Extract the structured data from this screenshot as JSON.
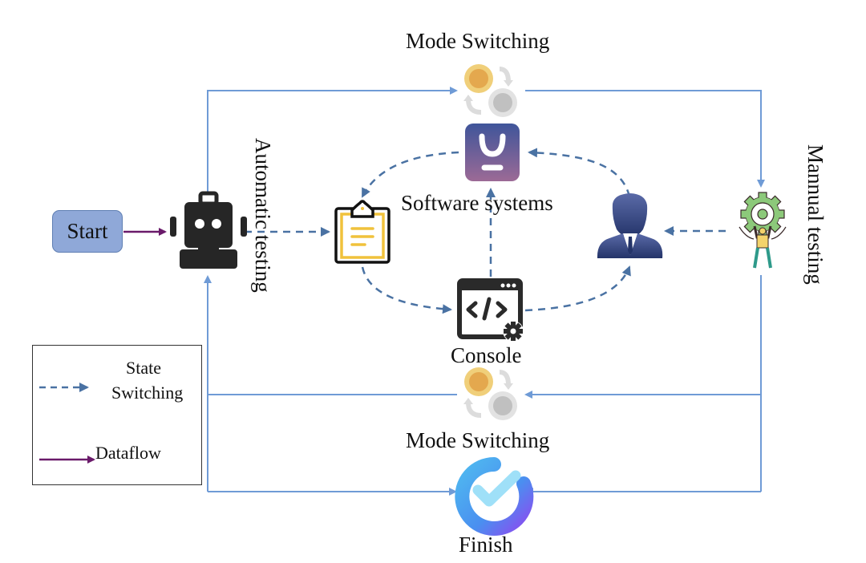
{
  "nodes": {
    "start": "Start",
    "automatic_testing": "Automatic testing",
    "manual_testing": "Mannual testing",
    "software_systems": "Software systems",
    "console": "Console",
    "mode_switching_top": "Mode Switching",
    "mode_switching_bottom": "Mode Switching",
    "finish": "Finish"
  },
  "icons": {
    "robot": "robot-icon",
    "clipboard": "clipboard-icon",
    "software": "software-app-icon",
    "person": "businessman-icon",
    "console": "code-console-icon",
    "manual": "gear-lifter-icon",
    "mode_switch": "switch-cycle-icon",
    "finish": "checkmark-icon"
  },
  "legend": {
    "state_line1": "State",
    "state_line2": "Switching",
    "dataflow": "Dataflow"
  },
  "colors": {
    "solid_line": "#6f9bd6",
    "dashed_line": "#4a72a3",
    "dataflow": "#6a1a6a",
    "start_fill": "#8fa8d8"
  }
}
